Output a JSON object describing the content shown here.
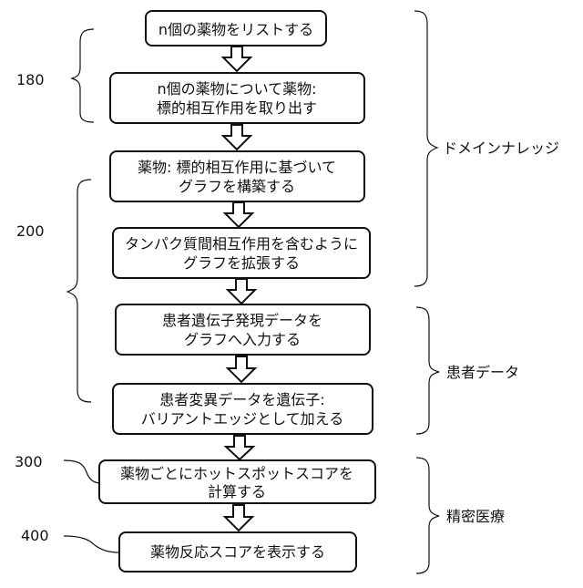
{
  "flowchart": {
    "steps": [
      {
        "lines": [
          "n個の薬物をリストする"
        ]
      },
      {
        "lines": [
          "n個の薬物について薬物:",
          "標的相互作用を取り出す"
        ]
      },
      {
        "lines": [
          "薬物: 標的相互作用に基づいて",
          "グラフを構築する"
        ]
      },
      {
        "lines": [
          "タンパク質間相互作用を含むように",
          "グラフを拡張する"
        ]
      },
      {
        "lines": [
          "患者遺伝子発現データを",
          "グラフへ入力する"
        ]
      },
      {
        "lines": [
          "患者変異データを遺伝子:",
          "バリアントエッジとして加える"
        ]
      },
      {
        "lines": [
          "薬物ごとにホットスポットスコアを",
          "計算する"
        ]
      },
      {
        "lines": [
          "薬物反応スコアを表示する"
        ]
      }
    ]
  },
  "reference_labels": {
    "r180": "180",
    "r200": "200",
    "r300": "300",
    "r400": "400"
  },
  "categories": {
    "domain_knowledge": "ドメインナレッジ",
    "patient_data": "患者データ",
    "precision_medicine": "精密医療"
  }
}
